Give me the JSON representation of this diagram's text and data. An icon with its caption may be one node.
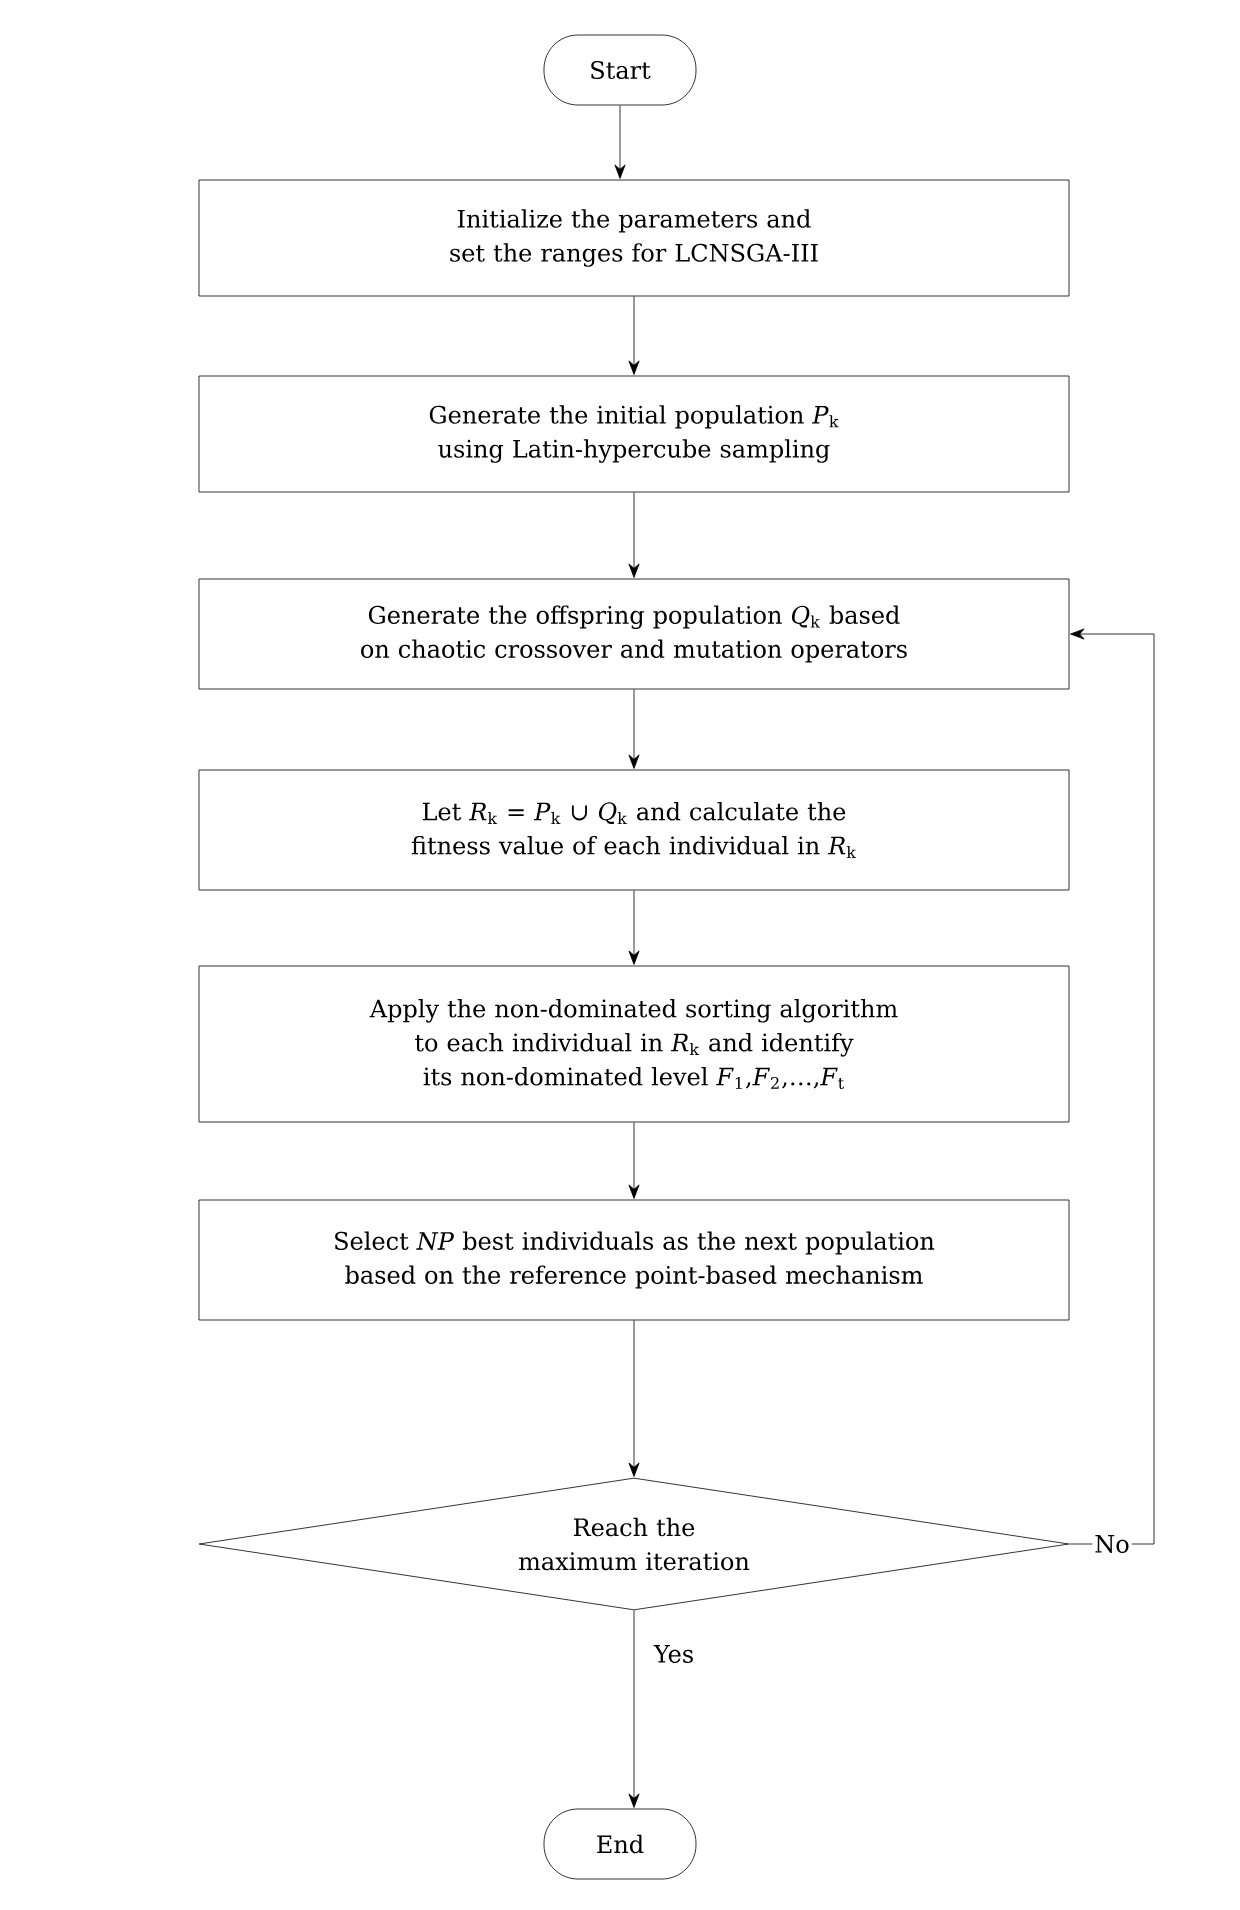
{
  "diagram": {
    "nodes": [
      {
        "text": [
          "Start"
        ]
      },
      {
        "text": [
          "Initialize the parameters and set the ranges for LCNSGA-III"
        ]
      },
      {
        "text": [
          "Generate the initial population *P*$_{k}$ using Latin-hypercube sampling"
        ]
      },
      {
        "text": [
          "Generate the offspring population *Q*$_{k}$ based on chaotic crossover and mutation operators"
        ]
      },
      {
        "text": [
          "Let *R*$_{k}$ = *P*$_{k}$ ∪ *Q*$_{k}$ and calculate the fitness value of each individual in *R*$_{k}$"
        ]
      },
      {
        "text": [
          "Apply the non-dominated sorting algorithm to each individual in *R*$_{k}$ and identify its non-dominated level *F*$_{1}$,*F*$_{2}$,…,*F*$_{t}$"
        ]
      },
      {
        "text": [
          "Select *NP* best individuals as the next population based on the reference point-based mechanism"
        ]
      },
      {
        "text": [
          "Reach the maximum iteration"
        ]
      },
      {
        "text": [
          "End"
        ]
      }
    ],
    "edges": [
      {
        "from": 0,
        "to": 1,
        "arrow": "to"
      },
      {
        "from": 1,
        "to": 2,
        "arrow": "to"
      },
      {
        "from": 2,
        "to": 3,
        "arrow": "to"
      },
      {
        "from": 3,
        "to": 4,
        "arrow": "to"
      },
      {
        "from": 4,
        "to": 5,
        "arrow": "to"
      },
      {
        "from": 5,
        "to": 6,
        "arrow": "to"
      },
      {
        "from": 6,
        "to": 7,
        "arrow": "to"
      },
      {
        "from": 7,
        "to": 8,
        "label": "Yes",
        "arrow": "to"
      },
      {
        "from": 7,
        "to": 3,
        "label": "No",
        "arrow": "to"
      }
    ]
  }
}
